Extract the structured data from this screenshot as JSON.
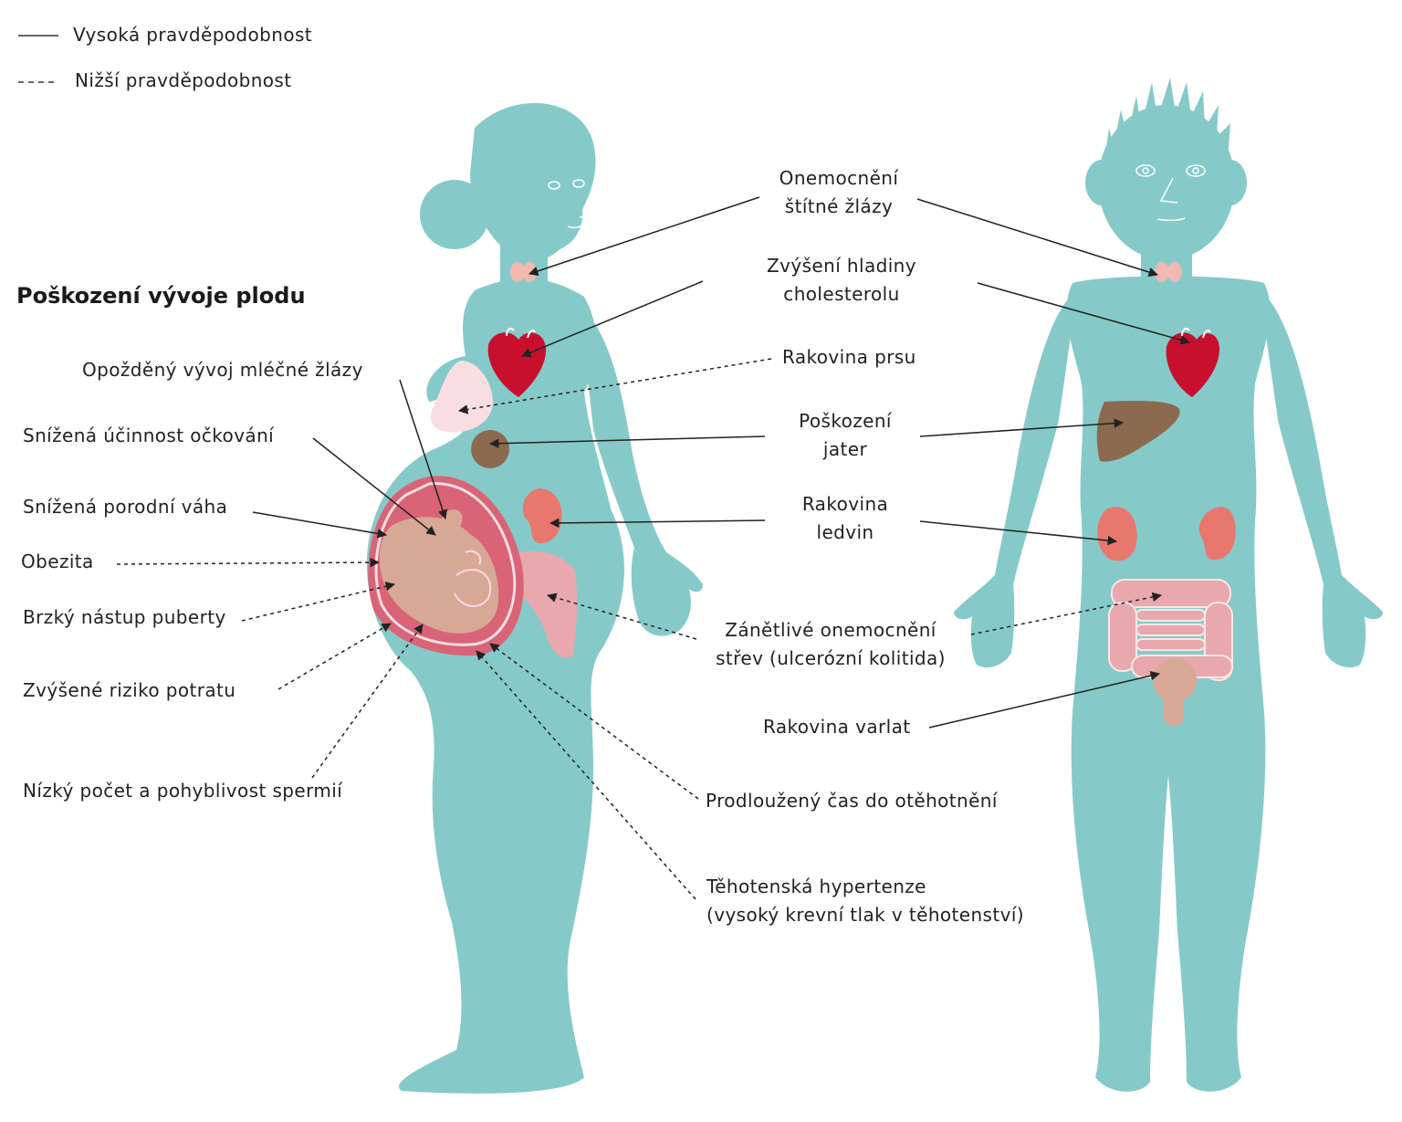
{
  "legend": {
    "solid": "Vysoká pravděpodobnost",
    "dashed": "Nižší pravděpodobnost"
  },
  "section_title": "Poškození vývoje plodu",
  "labels": {
    "thyroid": [
      "Onemocnění",
      "štítné žlázy"
    ],
    "cholesterol": [
      "Zvýšení hladiny",
      "cholesterolu"
    ],
    "breast_cancer": "Rakovina prsu",
    "liver": [
      "Poškození",
      "jater"
    ],
    "kidney": [
      "Rakovina",
      "ledvin"
    ],
    "colitis": [
      "Zánětlivé onemocnění",
      "střev (ulcerózní kolitida)"
    ],
    "testicular": "Rakovina varlat",
    "fertility": "Prodloužený čas do otěhotnění",
    "hypertension": [
      "Těhotenská hypertenze",
      "(vysoký krevní tlak v těhotenství)"
    ],
    "mammary": "Opožděný vývoj mléčné žlázy",
    "vaccination": "Snížená účinnost očkování",
    "birth_weight": "Snížená porodní váha",
    "obesity": "Obezita",
    "puberty": "Brzký nástup puberty",
    "miscarriage": "Zvýšené riziko potratu",
    "sperm": "Nízký počet a pohyblivost spermií"
  },
  "colors": {
    "body": "#85cac9",
    "heart": "#c8102e",
    "liver": "#8b6a4f",
    "kidney": "#e8776d",
    "intestine": "#e8a8ae",
    "uterus": "#d96477",
    "fetus": "#d8a897",
    "breast": "#f8dde2",
    "thyroid": "#f0b8b0",
    "line": "#222222"
  }
}
